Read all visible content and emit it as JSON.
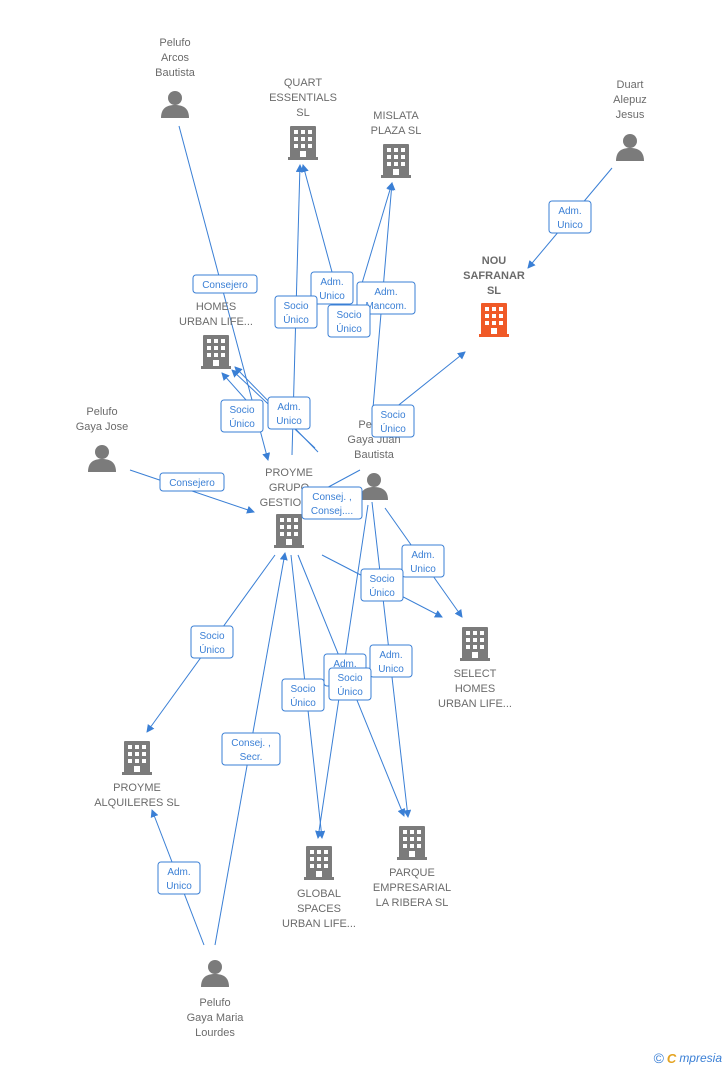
{
  "colors": {
    "edge": "#3a7fd5",
    "node": "#7b7b7b",
    "highlight": "#f05a28"
  },
  "nodes": [
    {
      "id": "pelufo_arcos",
      "kind": "person",
      "lines": [
        "Pelufo",
        "Arcos",
        "Bautista"
      ]
    },
    {
      "id": "quart",
      "kind": "company",
      "lines": [
        "QUART",
        "ESSENTIALS",
        "SL"
      ]
    },
    {
      "id": "mislata",
      "kind": "company",
      "lines": [
        "MISLATA",
        "PLAZA  SL"
      ]
    },
    {
      "id": "duart",
      "kind": "person",
      "lines": [
        "Duart",
        "Alepuz",
        "Jesus"
      ]
    },
    {
      "id": "nou",
      "kind": "company",
      "highlight": true,
      "lines": [
        "NOU",
        "SAFRANAR",
        "SL"
      ]
    },
    {
      "id": "homes",
      "kind": "company",
      "lines": [
        "HOMES",
        "URBAN LIFE..."
      ]
    },
    {
      "id": "pelufo_jose",
      "kind": "person",
      "lines": [
        "Pelufo",
        "Gaya Jose"
      ]
    },
    {
      "id": "pelufo_juan",
      "kind": "person",
      "lines": [
        "Pelufo",
        "Gaya Juan",
        "Bautista"
      ]
    },
    {
      "id": "proyme",
      "kind": "company",
      "lines": [
        "PROYME",
        "GRUPO",
        "GESTION..."
      ]
    },
    {
      "id": "select",
      "kind": "company",
      "lines": [
        "SELECT",
        "HOMES",
        "URBAN LIFE..."
      ]
    },
    {
      "id": "alquileres",
      "kind": "company",
      "lines": [
        "PROYME",
        "ALQUILERES SL"
      ]
    },
    {
      "id": "global",
      "kind": "company",
      "lines": [
        "GLOBAL",
        "SPACES",
        "URBAN LIFE..."
      ]
    },
    {
      "id": "parque",
      "kind": "company",
      "lines": [
        "PARQUE",
        "EMPRESARIAL",
        "LA RIBERA  SL"
      ]
    },
    {
      "id": "pelufo_maria",
      "kind": "person",
      "lines": [
        "Pelufo",
        "Gaya Maria",
        "Lourdes"
      ]
    }
  ],
  "relations": [
    {
      "id": "r1",
      "lines": [
        "Adm.",
        "Unico"
      ]
    },
    {
      "id": "r2",
      "lines": [
        "Consejero"
      ]
    },
    {
      "id": "r3",
      "lines": [
        "Adm.",
        "Unico"
      ]
    },
    {
      "id": "r4",
      "lines": [
        "Socio",
        "Único"
      ]
    },
    {
      "id": "r5",
      "lines": [
        "Adm.",
        "Mancom."
      ]
    },
    {
      "id": "r6",
      "lines": [
        "Socio",
        "Único"
      ]
    },
    {
      "id": "r7",
      "lines": [
        "Socio",
        "Único"
      ]
    },
    {
      "id": "r8",
      "lines": [
        "Adm.",
        "Unico"
      ]
    },
    {
      "id": "r9",
      "lines": [
        "Socio",
        "Único"
      ]
    },
    {
      "id": "r10",
      "lines": [
        "Consejero"
      ]
    },
    {
      "id": "r11",
      "lines": [
        "Consej. ,",
        "Consej...."
      ]
    },
    {
      "id": "r12",
      "lines": [
        "Adm.",
        "Unico"
      ]
    },
    {
      "id": "r13",
      "lines": [
        "Socio",
        "Único"
      ]
    },
    {
      "id": "r14",
      "lines": [
        "Socio",
        "Único"
      ]
    },
    {
      "id": "r15",
      "lines": [
        "Adm.",
        "Unico"
      ]
    },
    {
      "id": "r16",
      "lines": [
        "Adm.",
        "Unico"
      ]
    },
    {
      "id": "r17",
      "lines": [
        "Socio",
        "Único"
      ]
    },
    {
      "id": "r18",
      "lines": [
        "Socio",
        "Único"
      ]
    },
    {
      "id": "r19",
      "lines": [
        "Consej. ,",
        "Secr."
      ]
    },
    {
      "id": "r20",
      "lines": [
        "Adm.",
        "Unico"
      ]
    }
  ],
  "brand": {
    "copyright": "©",
    "initial": "C",
    "rest": "mpresia"
  }
}
